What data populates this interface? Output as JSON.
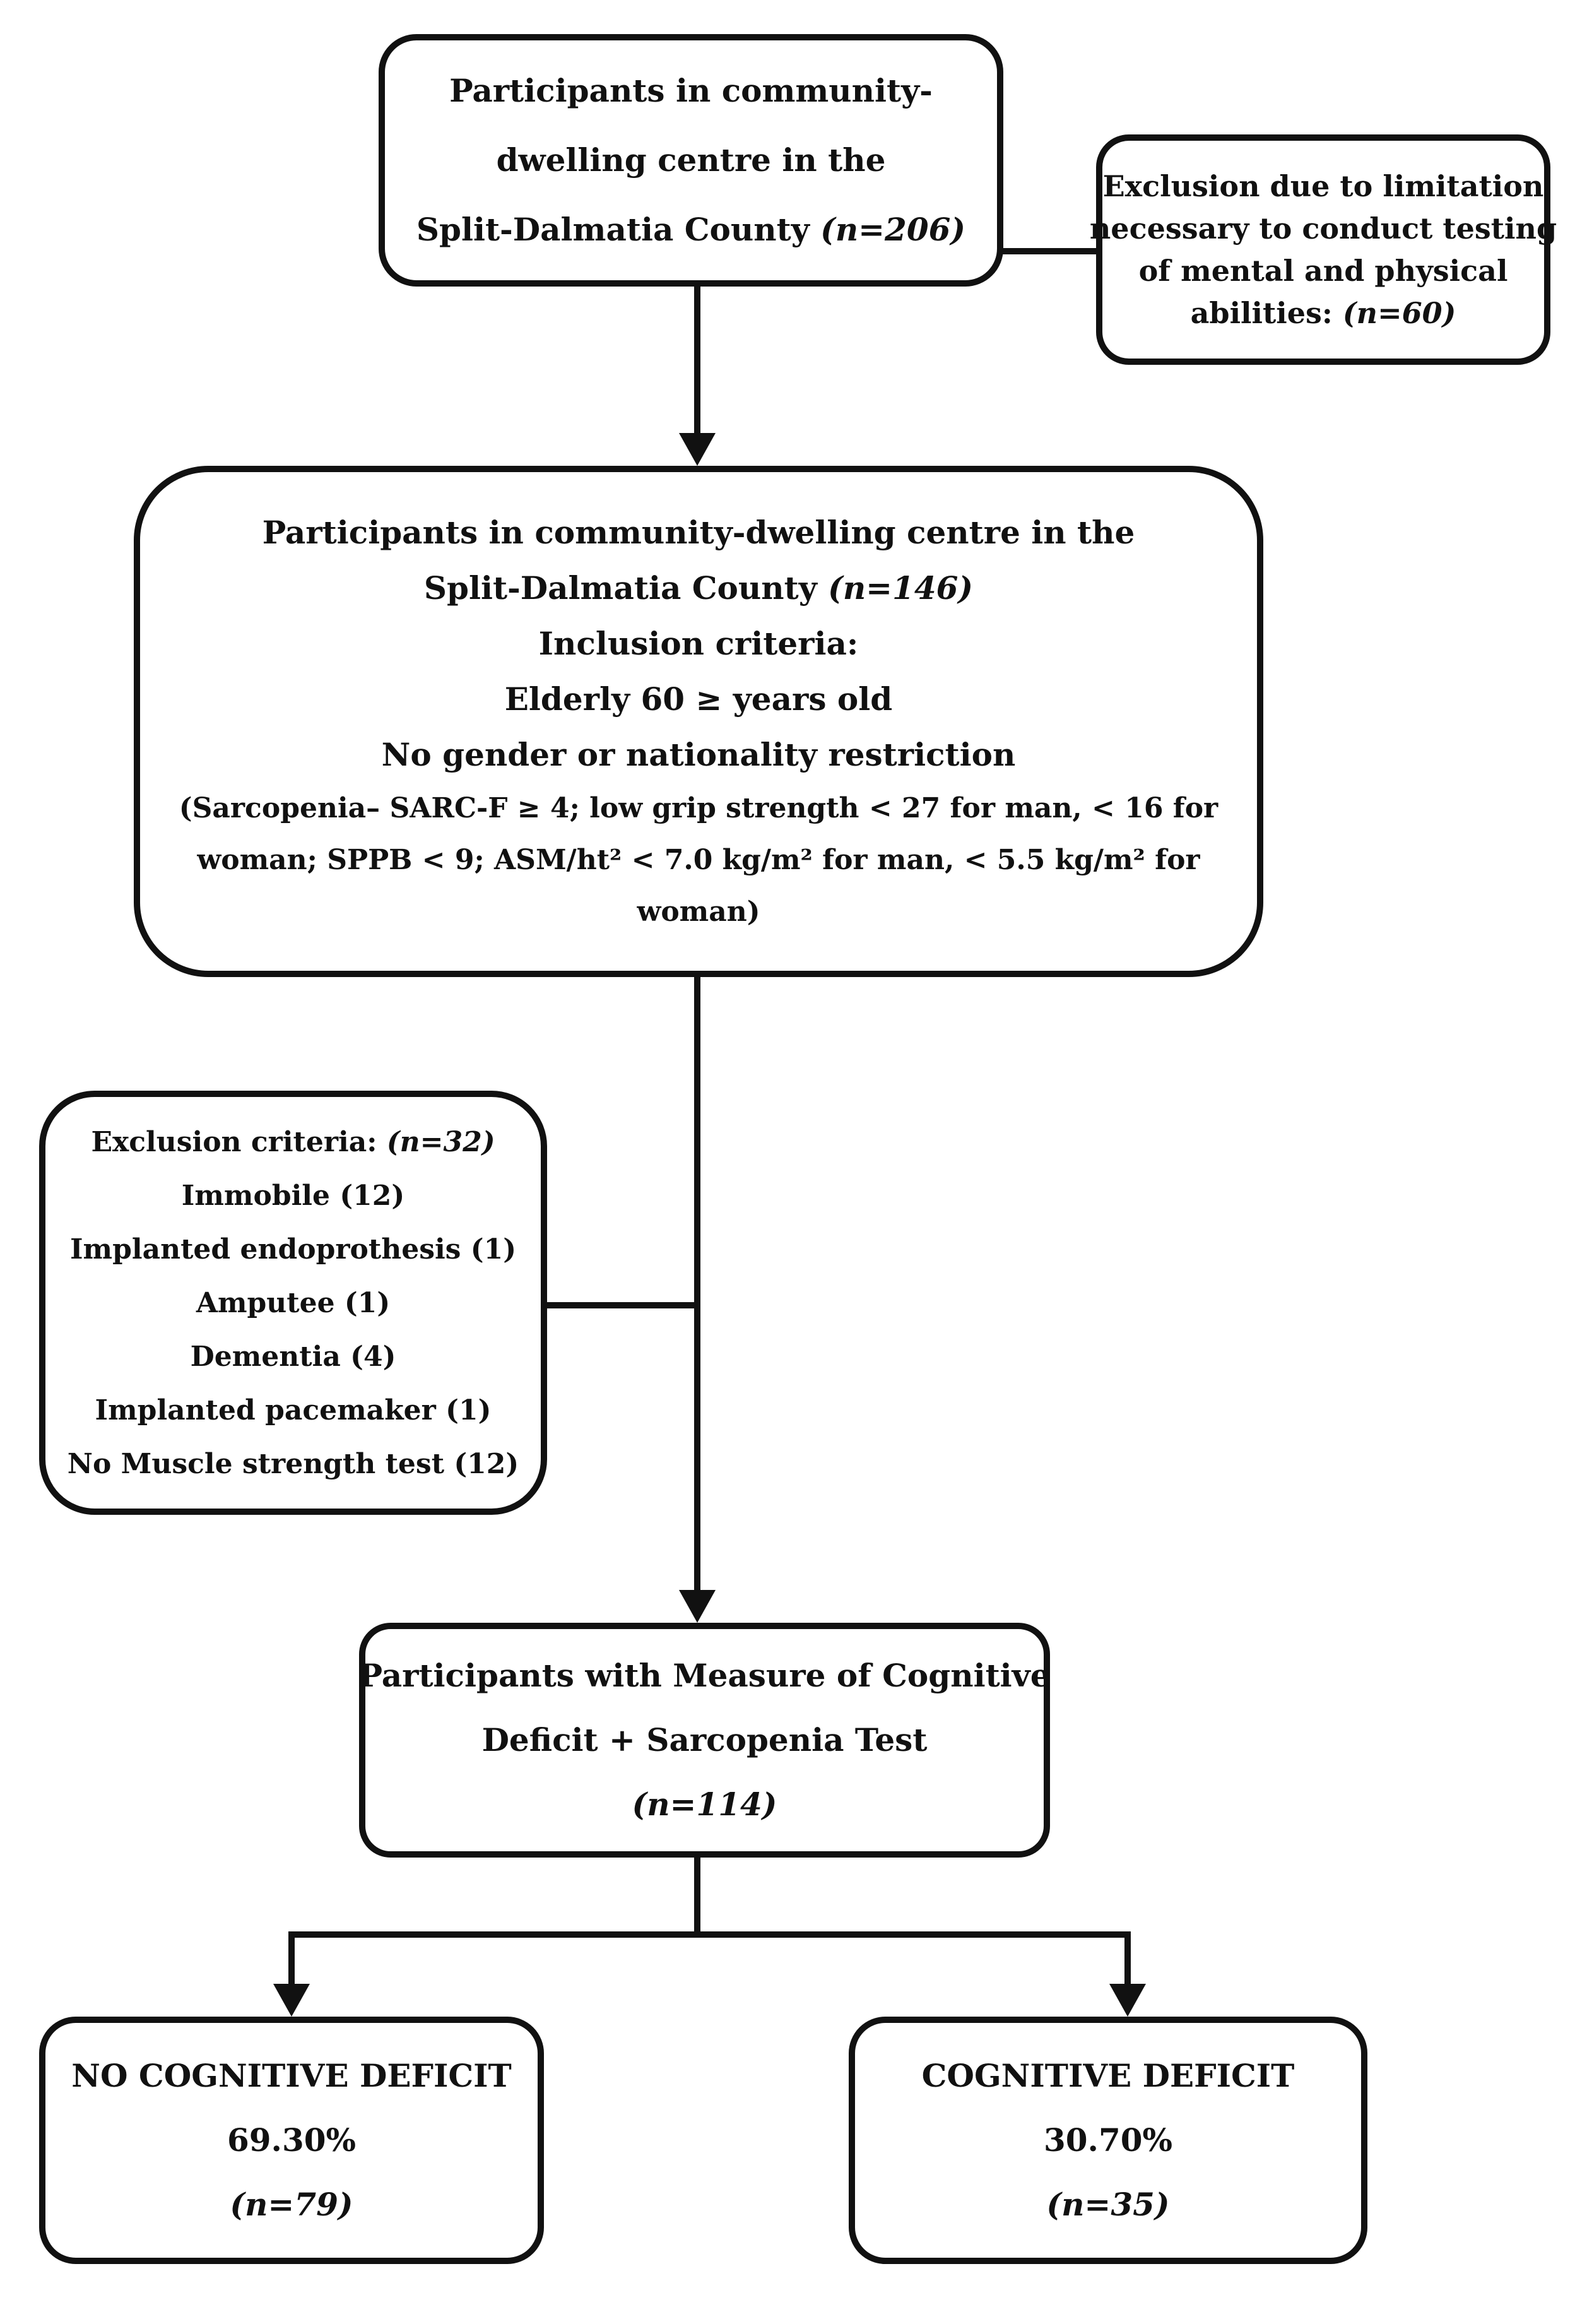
{
  "start_box": {
    "line1": "Participants in community-",
    "line2": "dwelling centre in the",
    "line3": "Split-Dalmatia County ",
    "n": "(n=206)"
  },
  "exclusion_box_1": {
    "line1": "Exclusion due to limitation",
    "line2": "necessary to conduct testing",
    "line3": "of mental and physical",
    "line4": "abilities: ",
    "n": "(n=60)"
  },
  "inclusion_box": {
    "line1": "Participants in community-dwelling centre in the",
    "line2": "Split-Dalmatia County ",
    "n": "(n=146)",
    "line3": "Inclusion criteria:",
    "line4": "Elderly 60 ≥ years old",
    "line5": "No gender or nationality restriction",
    "line6": "(Sarcopenia– SARC-F ≥ 4; low grip strength < 27 for man, < 16 for",
    "line7": "woman;  SPPB < 9; ASM/ht² < 7.0 kg/m² for man, < 5.5 kg/m² for",
    "line8": "woman)"
  },
  "exclusion_box_2": {
    "title": "Exclusion criteria: ",
    "n": "(n=32)",
    "items": [
      "Immobile (12)",
      "Implanted endoprothesis (1)",
      "Amputee (1)",
      "Dementia (4)",
      "Implanted pacemaker (1)",
      "No Muscle strength test (12)"
    ]
  },
  "measure_box": {
    "line1": "Participants with Measure of Cognitive",
    "line2": "Deficit + Sarcopenia Test",
    "n": "(n=114)"
  },
  "no_deficit_box": {
    "title": "NO COGNITIVE DEFICIT",
    "percent": "69.30%",
    "n": "(n=79)"
  },
  "deficit_box": {
    "title": "COGNITIVE DEFICIT",
    "percent": "30.70%",
    "n": "(n=35)"
  },
  "colors": {
    "stroke": "#111111",
    "background": "#ffffff"
  }
}
